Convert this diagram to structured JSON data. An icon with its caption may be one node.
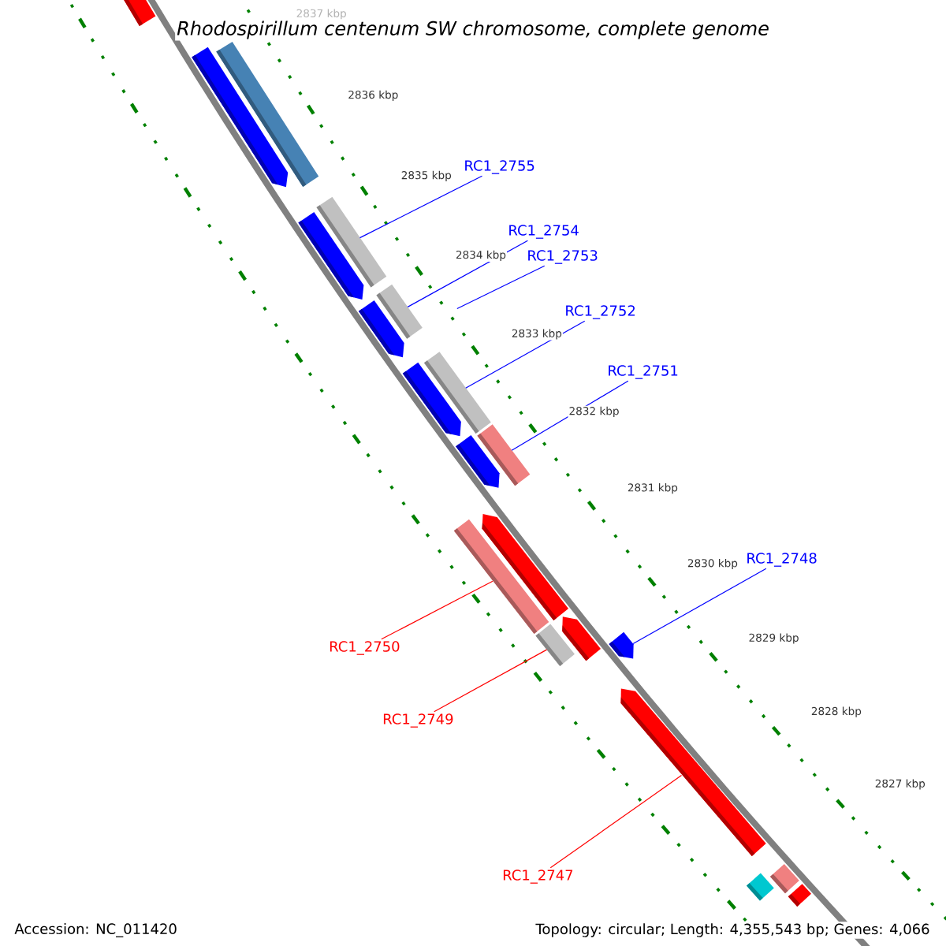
{
  "diagram": {
    "title": "*Rhodospirillum centenum* SW chromosome, complete genome",
    "nodes": [
      {
        "text": [
          "RC1_2755"
        ]
      },
      {
        "text": [
          "RC1_2754"
        ]
      },
      {
        "text": [
          "RC1_2753"
        ]
      },
      {
        "text": [
          "RC1_2752"
        ]
      },
      {
        "text": [
          "RC1_2751"
        ]
      },
      {
        "text": [
          "RC1_2748"
        ]
      },
      {
        "text": [
          "RC1_2750"
        ]
      },
      {
        "text": [
          "RC1_2749"
        ]
      },
      {
        "text": [
          "RC1_2747"
        ]
      },
      {
        "text": [],
        "shape": "bar"
      },
      {
        "text": [],
        "shape": "arrow"
      },
      {
        "text": [],
        "shape": "bar"
      },
      {
        "text": [],
        "shape": "bar"
      },
      {
        "text": [],
        "shape": "arrow"
      },
      {
        "text": [],
        "shape": "bar"
      },
      {
        "text": [],
        "shape": "arrow"
      },
      {
        "text": [],
        "shape": "arrow"
      },
      {
        "text": [],
        "shape": "bar"
      },
      {
        "text": [],
        "shape": "bar"
      },
      {
        "text": [],
        "shape": "arrow"
      },
      {
        "text": [],
        "shape": "bar"
      },
      {
        "text": [],
        "shape": "arrow"
      },
      {
        "text": [],
        "shape": "bar"
      },
      {
        "text": [],
        "shape": "arrow"
      },
      {
        "text": [],
        "shape": "arrow"
      },
      {
        "text": [],
        "shape": "arrow"
      },
      {
        "text": [],
        "shape": "bar"
      },
      {
        "text": [],
        "shape": "bar"
      },
      {
        "text": [],
        "shape": "bar"
      }
    ],
    "edges": [
      {
        "from": 0,
        "to": 12,
        "arrow": "none"
      },
      {
        "from": 1,
        "to": 14,
        "arrow": "none"
      },
      {
        "from": 2,
        "to": null,
        "arrow": "none"
      },
      {
        "from": 3,
        "to": 17,
        "arrow": "none"
      },
      {
        "from": 4,
        "to": 18,
        "arrow": "none"
      },
      {
        "from": 5,
        "to": 24,
        "arrow": "none"
      },
      {
        "from": 6,
        "to": 20,
        "arrow": "none",
        "color": "#ff0000"
      },
      {
        "from": 7,
        "to": 22,
        "arrow": "none",
        "color": "#ff0000"
      },
      {
        "from": 8,
        "to": 25,
        "arrow": "none",
        "color": "#ff0000"
      }
    ],
    "labels": [
      "2837 kbp",
      "2836 kbp",
      "2835 kbp",
      "2834 kbp",
      "2833 kbp",
      "2832 kbp",
      "2831 kbp",
      "2830 kbp",
      "2829 kbp",
      "2828 kbp",
      "2827 kbp",
      "Accession: NC_011420",
      "Topology: circular; Length: 4,355,543 bp; Genes: 4,066"
    ]
  }
}
